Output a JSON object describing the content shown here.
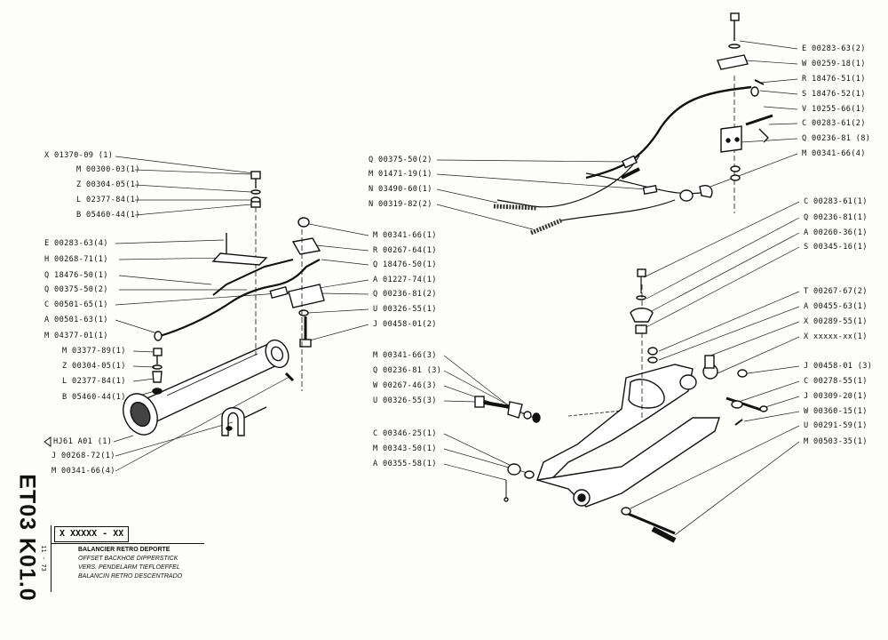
{
  "document": {
    "code": "ET03 K01.0",
    "date": "11 - 73",
    "part_number": "X XXXXX - XX",
    "titles": {
      "fr": "BALANCIER RETRO DEPORTE",
      "en": "OFFSET BACKHOE DIPPERSTICK",
      "de": "VERS. PENDELARM TIEFLOEFFEL",
      "es": "BALANCIN RETRO DESCENTRADO"
    }
  },
  "left_labels": [
    "X 01370-09 (1)",
    "M 00300-03(1)",
    "Z 00304-05(1)",
    "L 02377-84(1)",
    "B 05460-44(1)",
    "E 00283-63(4)",
    "H 00268-71(1)",
    "Q 18476-50(1)",
    "Q 00375-50(2)",
    "C 00501-65(1)",
    "A 00501-63(1)",
    "M 04377-01(1)",
    "M 03377-89(1)",
    "Z 00304-05(1)",
    "L 02377-84(1)",
    "B 05460-44(1)",
    "HJ61 A01 (1)",
    "J 00268-72(1)",
    "M 00341-66(4)"
  ],
  "mid_right_labels": [
    "M 00341-66(1)",
    "R 00267-64(1)",
    "Q 18476-50(1)",
    "A 01227-74(1)",
    "Q 00236-81(2)",
    "U 00326-55(1)",
    "J 00458-01(2)"
  ],
  "top_center_labels": [
    "Q 00375-50(2)",
    "M 01471-19(1)",
    "N 03490-60(1)",
    "N 00319-82(2)"
  ],
  "top_right_labels": [
    "E 00283-63(2)",
    "W 00259-18(1)",
    "R 18476-51(1)",
    "S 18476-52(1)",
    "V 10255-66(1)",
    "C 00283-61(2)",
    "Q 00236-81 (8)",
    "M 00341-66(4)"
  ],
  "right_labels": [
    "C 00283-61(1)",
    "Q 00236-81(1)",
    "A 00260-36(1)",
    "S 00345-16(1)",
    "T 00267-67(2)",
    "A 00455-63(1)",
    "X 00289-55(1)",
    "X xxxxx-xx(1)",
    "J 00458-01 (3)",
    "C 00278-55(1)",
    "J 00309-20(1)",
    "W 00360-15(1)",
    "U 00291-59(1)",
    "M 00503-35(1)"
  ],
  "lower_center_labels": [
    "M 00341-66(3)",
    "Q 00236-81 (3)",
    "W 00267-46(3)",
    "U 00326-55(3)",
    "C 00346-25(1)",
    "M 00343-50(1)",
    "A 00355-58(1)"
  ]
}
